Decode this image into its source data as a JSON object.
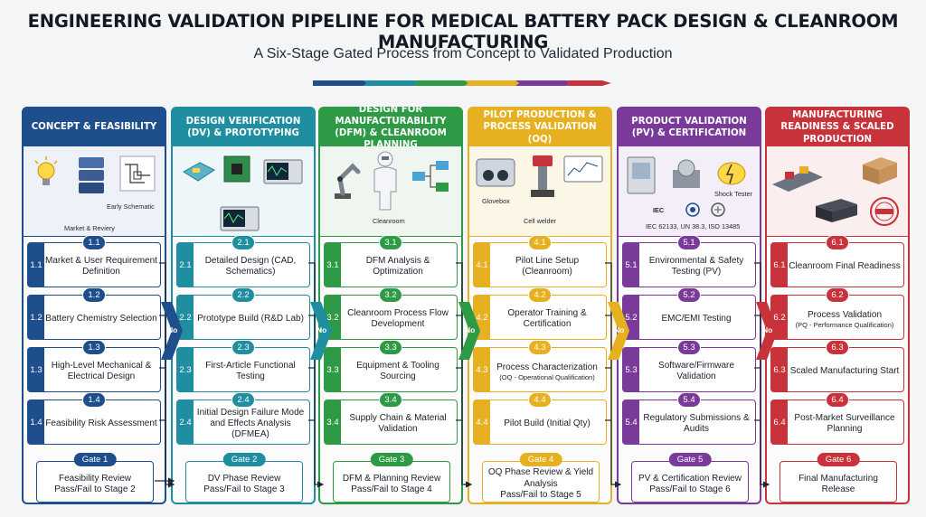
{
  "title": "ENGINEERING VALIDATION PIPELINE FOR MEDICAL BATTERY PACK DESIGN & CLEANROOM MANUFACTURING",
  "subtitle": "A Six-Stage Gated Process from Concept to Validated Production",
  "colors": {
    "stage1": "#1f4e8c",
    "stage2": "#1f8ea1",
    "stage3": "#2f9a45",
    "stage4": "#e6b020",
    "stage5": "#7a3a9a",
    "stage6": "#c8323a"
  },
  "stages": [
    {
      "header": "CONCEPT & FEASIBILITY",
      "captions": [
        "Early Schematic",
        "Market & Reviery"
      ],
      "steps": [
        {
          "num": "1.1",
          "text": "Market & User Requirement Definition"
        },
        {
          "num": "1.2",
          "text": "Battery Chemistry Selection"
        },
        {
          "num": "1.3",
          "text": "High-Level Mechanical & Electrical Design"
        },
        {
          "num": "1.4",
          "text": "Feasibility Risk Assessment"
        }
      ],
      "gate": {
        "label": "Gate 1",
        "line1": "Feasibility Review",
        "line2": "Pass/Fail to Stage 2"
      }
    },
    {
      "header": "DESIGN VERIFICATION (DV) & PROTOTYPING",
      "captions": [],
      "steps": [
        {
          "num": "2.1",
          "text": "Detailed Design (CAD, Schematics)"
        },
        {
          "num": "2.2",
          "text": "Prototype Build (R&D Lab)"
        },
        {
          "num": "2.3",
          "text": "First-Article Functional Testing"
        },
        {
          "num": "2.4",
          "text": "Initial Design Failure Mode and Effects Analysis (DFMEA)"
        }
      ],
      "gate": {
        "label": "Gate 2",
        "line1": "DV Phase Review",
        "line2": "Pass/Fail to Stage 3"
      }
    },
    {
      "header": "DESIGN FOR MANUFACTURABILITY (DFM) & CLEANROOM PLANNING",
      "captions": [
        "Cleanroom"
      ],
      "steps": [
        {
          "num": "3.1",
          "text": "DFM Analysis & Optimization"
        },
        {
          "num": "3.2",
          "text": "Cleanroom Process Flow Development"
        },
        {
          "num": "3.3",
          "text": "Equipment & Tooling Sourcing"
        },
        {
          "num": "3.4",
          "text": "Supply Chain & Material Validation"
        }
      ],
      "gate": {
        "label": "Gate 3",
        "line1": "DFM & Planning Review",
        "line2": "Pass/Fail to Stage 4"
      }
    },
    {
      "header": "PILOT PRODUCTION & PROCESS VALIDATION (OQ)",
      "captions": [
        "Glovebox",
        "Cell welder"
      ],
      "steps": [
        {
          "num": "4.1",
          "text": "Pilot Line Setup (Cleanroom)"
        },
        {
          "num": "4.2",
          "text": "Operator Training & Certification"
        },
        {
          "num": "4.3",
          "text": "Process Characterization",
          "small": "(OQ - Operational Qualification)"
        },
        {
          "num": "4.4",
          "text": "Pilot Build (Initial Qty)"
        }
      ],
      "gate": {
        "label": "Gate 4",
        "line1": "OQ Phase Review & Yield Analysis",
        "line2": "Pass/Fail to Stage 5"
      }
    },
    {
      "header": "PRODUCT VALIDATION (PV) & CERTIFICATION",
      "captions": [
        "Shock Tester",
        "IEC 62133, UN 38.3, ISO 13485",
        "IEC"
      ],
      "steps": [
        {
          "num": "5.1",
          "text": "Environmental & Safety Testing (PV)"
        },
        {
          "num": "5.2",
          "text": "EMC/EMI Testing"
        },
        {
          "num": "5.3",
          "text": "Software/Firmware Validation"
        },
        {
          "num": "5.4",
          "text": "Regulatory Submissions & Audits"
        }
      ],
      "gate": {
        "label": "Gate 5",
        "line1": "PV & Certification Review",
        "line2": "Pass/Fail to Stage 6"
      }
    },
    {
      "header": "MANUFACTURING READINESS & SCALED PRODUCTION",
      "captions": [],
      "steps": [
        {
          "num": "6.1",
          "text": "Cleanroom Final Readiness"
        },
        {
          "num": "6.2",
          "text": "Process Validation",
          "small": "(PQ - Performance Qualification)"
        },
        {
          "num": "6.3",
          "text": "Scaled Manufacturing Start"
        },
        {
          "num": "6.4",
          "text": "Post-Market Surveillance Planning"
        }
      ],
      "gate": {
        "label": "Gate 6",
        "line1": "Final Manufacturing",
        "line2": "Release"
      }
    }
  ],
  "chevron_labels": [
    "No",
    "No",
    "No",
    "No",
    "No"
  ],
  "icons": [
    "lightbulb-icon",
    "server-stack-icon",
    "schematic-icon",
    "pcb-board-icon",
    "oscilloscope-icon",
    "robot-arm-icon",
    "cleanroom-suit-icon",
    "flowchart-icon",
    "glovebox-icon",
    "cell-welder-icon",
    "monitor-chart-icon",
    "test-chamber-icon",
    "shock-tester-icon",
    "conveyor-icon",
    "battery-pack-icon",
    "approved-stamp-icon"
  ]
}
